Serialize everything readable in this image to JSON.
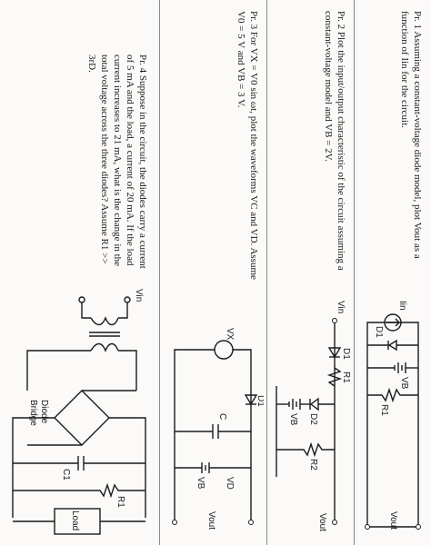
{
  "problems": [
    {
      "id": "1",
      "text": "Pr. 1 Assuming a constant-voltage diode model, plot Vout as a function of Iin for the circuit."
    },
    {
      "id": "2",
      "text": "Pr. 2 Plot the input/output characteristic of the circuit assuming a constant-voltage model and VB = 2V."
    },
    {
      "id": "3",
      "text": "Pr. 3 For VX = V0 sin ωt, plot the waveforms VC and VD. Assume V0 = 5 V and VB = 3 V."
    },
    {
      "id": "4",
      "text": "Pr. 4 Suppose in the circuit, the diodes carry a current of 5 mA and the load, a current of 20 mA. If the load current increases to 21 mA, what is the change in the total voltage across the three diodes? Assume R1 >> 3rD."
    }
  ],
  "circuit1": {
    "iin": "Iin",
    "d1": "D1",
    "vb": "VB",
    "r1": "R1",
    "vout": "Vout",
    "plus": "+",
    "minus": "−"
  },
  "circuit2": {
    "vin": "Vin",
    "d1": "D1",
    "r1": "R1",
    "d2": "D2",
    "vb": "VB",
    "r2": "R2",
    "vout": "Vout",
    "plus": "+",
    "minus": "−"
  },
  "circuit3": {
    "vx": "VX",
    "d1": "D1",
    "c": "C",
    "vd": "VD",
    "vb": "VB",
    "vout": "Vout",
    "plus": "+",
    "minus": "−"
  },
  "circuit4": {
    "vin": "Vin",
    "bridge_label_1": "Diode",
    "bridge_label_2": "Bridge",
    "c1": "C1",
    "r1": "R1",
    "load": "Load",
    "plus": "+",
    "minus": "−"
  }
}
